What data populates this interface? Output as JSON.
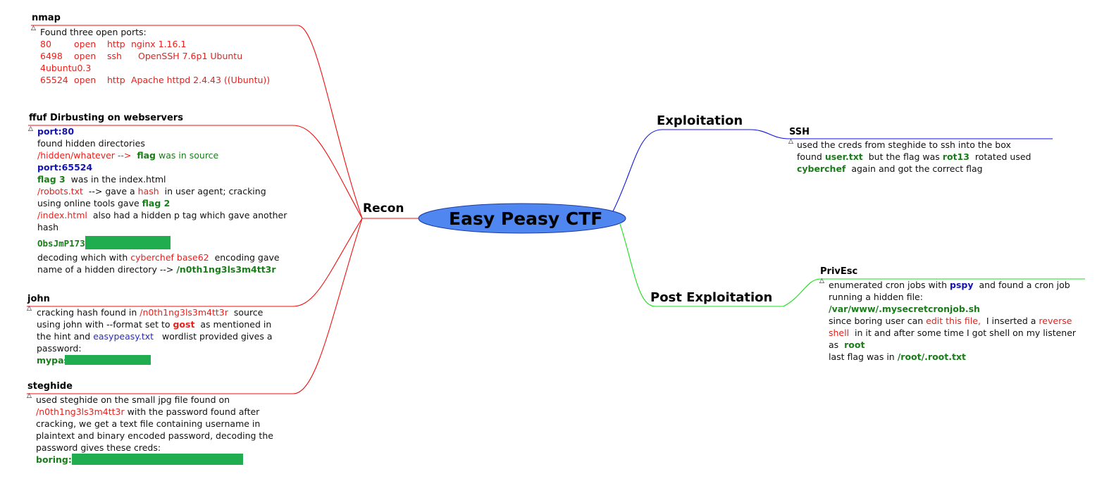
{
  "center": "Easy Peasy CTF",
  "recon": {
    "label": "Recon",
    "nmap": {
      "title": "nmap",
      "intro": "Found three open ports:",
      "ports": [
        {
          "port": "80",
          "state": "open",
          "service": "http",
          "version": "nginx 1.16.1"
        },
        {
          "port": "6498",
          "state": "open",
          "service": "ssh",
          "version": "OpenSSH 7.6p1 Ubuntu"
        },
        {
          "port": "65524",
          "state": "open",
          "service": "http",
          "version": "Apache httpd 2.4.43 ((Ubuntu))"
        }
      ],
      "wrap": "4ubuntu0.3"
    },
    "ffuf": {
      "title": "ffuf Dirbusting on webservers",
      "port80": "port:80",
      "hidden_dirs": "found hidden directories",
      "hidden_path": "/hidden/whatever -->",
      "flag_word": "flag",
      "in_source": "was in source",
      "port65524": "port:65524",
      "flag3": "flag 3",
      "flag3_rest": "was in the index.html",
      "robots": "/robots.txt",
      "robots_mid": "--> gave a",
      "hash_word": "hash",
      "robots_rest": "in user agent; cracking",
      "online_tools": "using online tools gave",
      "flag2": "flag 2",
      "index_path": "/index.html",
      "index_rest": "also had a hidden p tag which gave another",
      "hash_line": "hash",
      "encoded": "ObsJmP173",
      "decoding": "decoding which with",
      "cyberchef": "cyberchef base62",
      "encoding_gave": "encoding gave",
      "hidden_dir_intro": "name of a hidden directory -->",
      "hidden_dir": "/n0th1ng3ls3m4tt3r"
    },
    "john": {
      "title": "john",
      "line1_a": "cracking hash found in",
      "line1_path": "/n0th1ng3ls3m4tt3r",
      "line1_b": "source",
      "line2_a": "using john with --format set to",
      "gost": "gost",
      "line2_b": "as mentioned in",
      "line3_a": "the hint and",
      "wordlist": "easypeasy.txt",
      "line3_b": "wordlist provided gives a",
      "line4": "password:",
      "password_prefix": "mypas"
    },
    "steghide": {
      "title": "steghide",
      "line1": "used steghide on the small jpg file found on",
      "line2_path": "/n0th1ng3ls3m4tt3r",
      "line2_rest": "with the password found after",
      "line3": "cracking, we get a text file containing username in",
      "line4": "plaintext and binary encoded password, decoding the",
      "line5": "password gives these creds:",
      "creds_prefix": "boring:"
    }
  },
  "exploitation": {
    "label": "Exploitation",
    "ssh": {
      "title": "SSH",
      "line1": "used the creds from steghide to ssh into the box",
      "line2_a": "found",
      "user_txt": "user.txt",
      "line2_b": "but the flag was",
      "rot13": "rot13",
      "line2_c": "rotated used",
      "cyberchef": "cyberchef",
      "line3_rest": "again and got the correct flag"
    }
  },
  "post": {
    "label": "Post Exploitation",
    "privesc": {
      "title": "PrivEsc",
      "line1_a": "enumerated cron jobs with",
      "pspy": "pspy",
      "line1_b": "and found a cron job",
      "line2": "running a hidden file:",
      "cron_path": "/var/www/.mysecretcronjob.sh",
      "line4_a": "since boring user can",
      "edit": "edit this file,",
      "line4_b": "I inserted a",
      "reverse": "reverse",
      "shell": "shell",
      "line5_rest": "in it and after some time I got shell on my listener",
      "as": "as",
      "root": "root",
      "last_flag": "last flag was in",
      "root_path": "/root/.root.txt"
    }
  },
  "colors": {
    "recon_branch": "#f01010",
    "exploit_branch": "#1010e0",
    "post_branch": "#18e018",
    "center_fill": "#4f86f0"
  }
}
